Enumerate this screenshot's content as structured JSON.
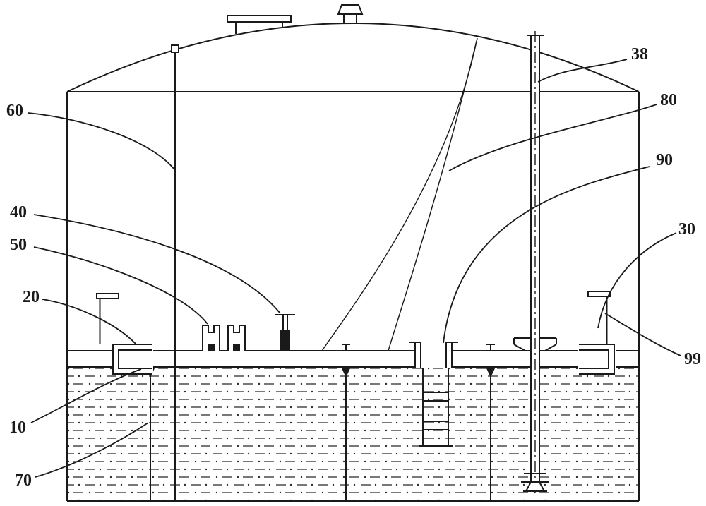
{
  "labels": {
    "n10": "10",
    "n20": "20",
    "n30": "30",
    "n38": "38",
    "n40": "40",
    "n50": "50",
    "n60": "60",
    "n70": "70",
    "n80": "80",
    "n90": "90",
    "n99": "99"
  },
  "colors": {
    "line": "#1a1a1a",
    "background": "#ffffff"
  }
}
